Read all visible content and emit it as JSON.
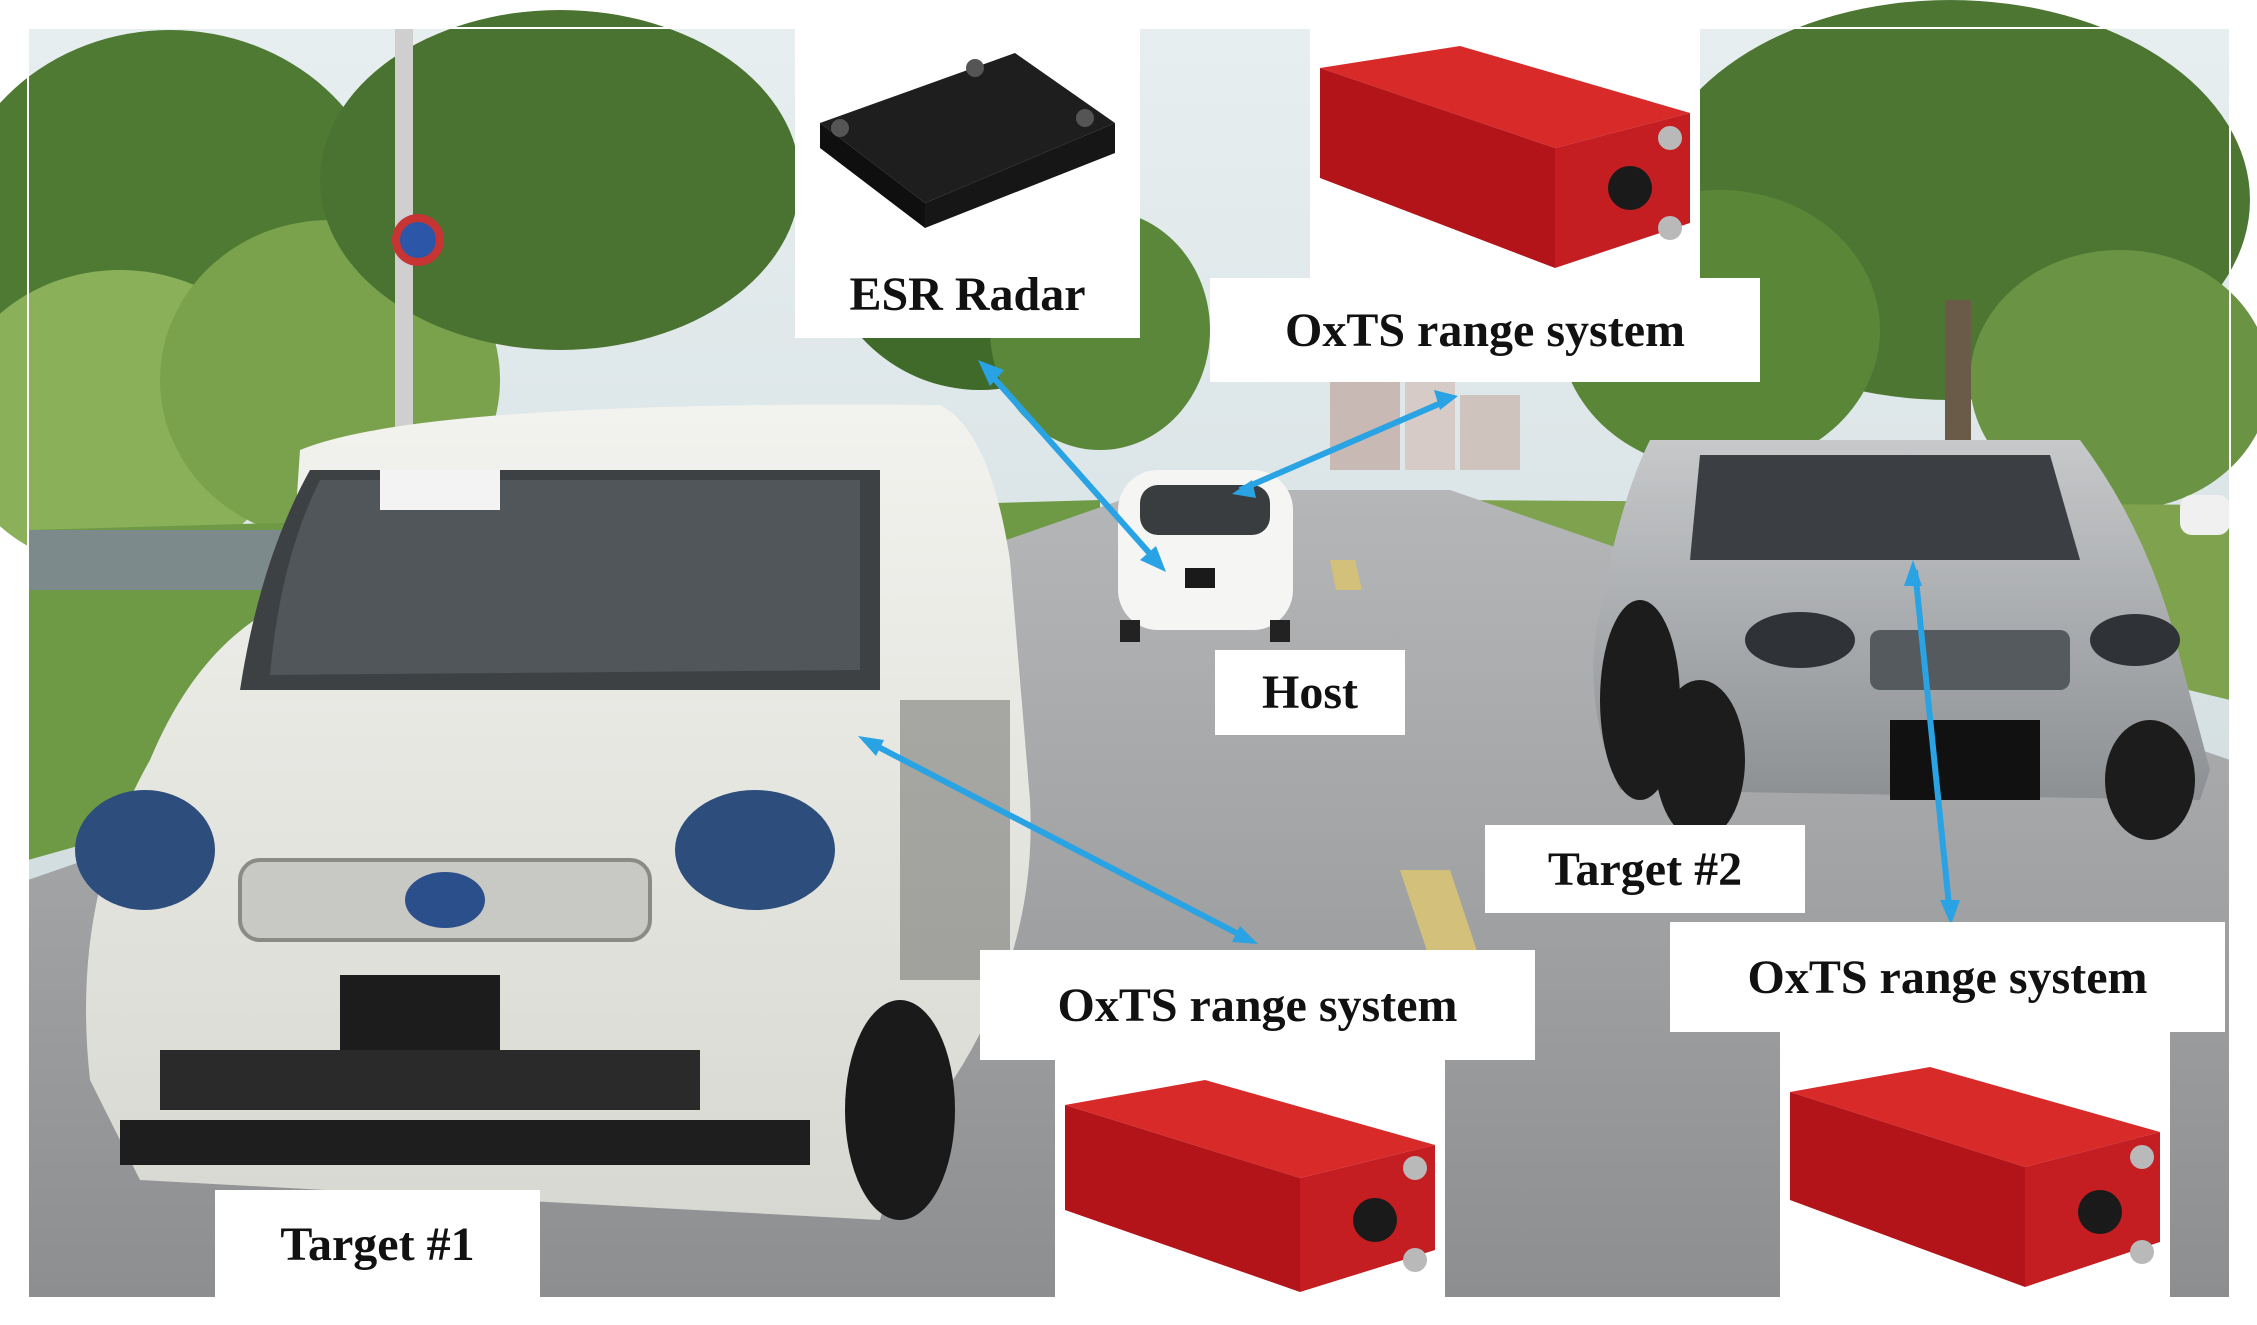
{
  "figure": {
    "labels": {
      "esr_radar": "ESR Radar",
      "oxts_top": "OxTS range system",
      "host": "Host",
      "target2": "Target #2",
      "oxts_middle": "OxTS range system",
      "oxts_right": "OxTS range system",
      "target1": "Target #1"
    },
    "colors": {
      "arrow": "#29a3e3",
      "oxts_unit": "#c0141c",
      "radar": "#1a1a1a",
      "sky": "#dfe8ea",
      "road": "#9a9c9e",
      "foliage": "#5d8a3a"
    },
    "photos": {
      "radar_photo": "esr-radar-photo",
      "oxts_top_photo": "oxts-unit-photo",
      "oxts_bottom_left_photo": "oxts-unit-photo",
      "oxts_bottom_right_photo": "oxts-unit-photo"
    }
  }
}
